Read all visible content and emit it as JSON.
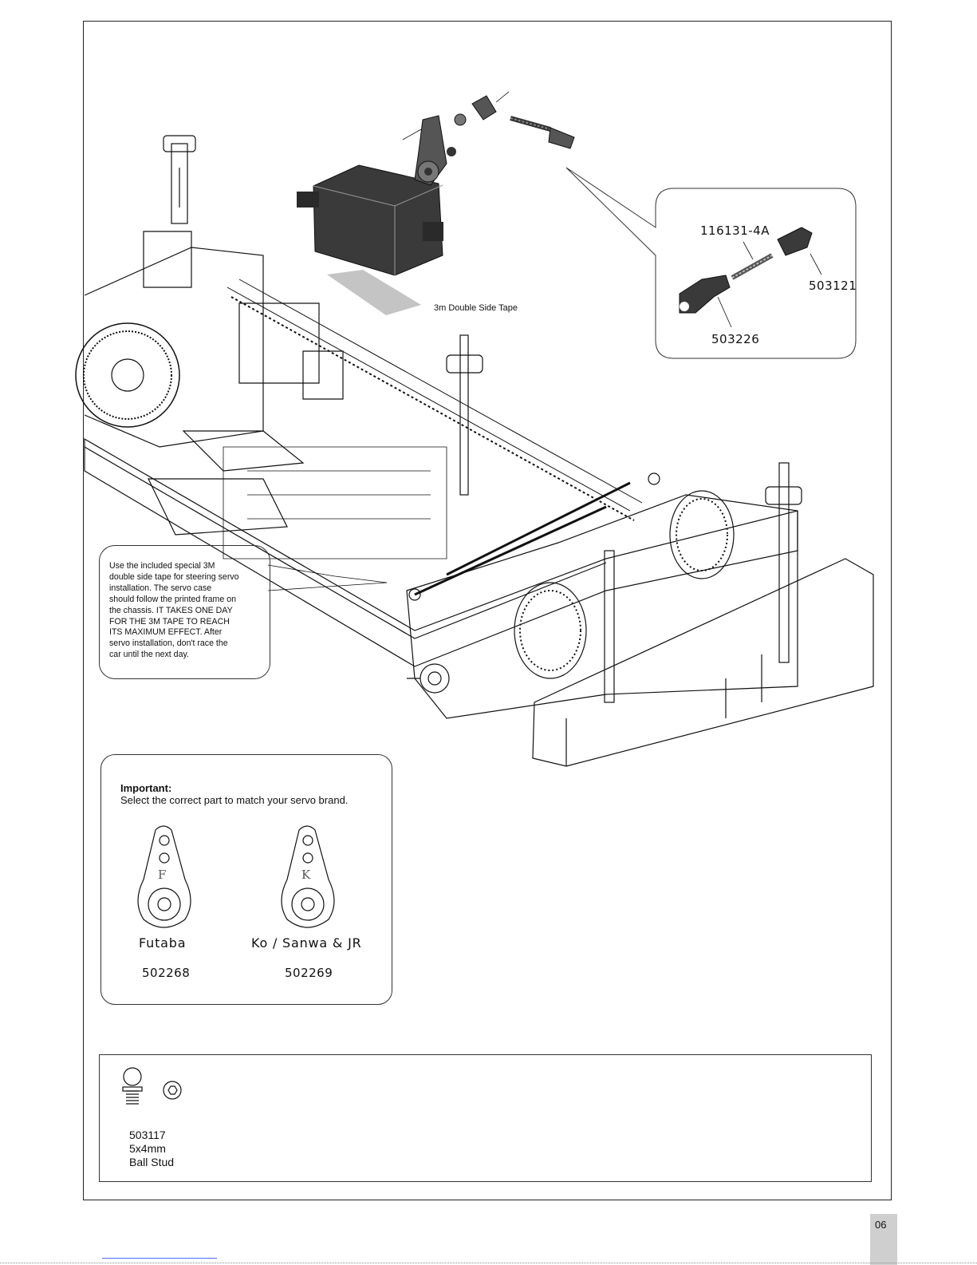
{
  "tape": {
    "label": "3m Double Side Tape"
  },
  "linkage_callout": {
    "parts": [
      "116131-4A",
      "503121",
      "503226"
    ]
  },
  "installation_note": {
    "lines": [
      "Use the included special 3M",
      "double side tape for steering servo",
      "installation.  The servo case",
      "should follow the printed frame on",
      "the chassis.  IT TAKES ONE DAY",
      "FOR THE 3M TAPE TO REACH",
      "ITS MAXIMUM EFFECT.  After",
      "servo installation, don't race the",
      "car until the next day."
    ]
  },
  "important": {
    "title": "Important:",
    "text": "Select the correct part to match your servo brand.",
    "options": [
      {
        "brand": "Futaba",
        "part": "502268",
        "mark": "F"
      },
      {
        "brand": "Ko / Sanwa & JR",
        "part": "502269",
        "mark": "K"
      }
    ]
  },
  "hardware_bag": {
    "items": [
      {
        "part": "503117",
        "size": "5x4mm",
        "name": "Ball Stud"
      }
    ]
  },
  "page": {
    "number": "06"
  },
  "colors": {
    "part_dark": "#3a3a3a",
    "tape_gray": "#c4c4c4",
    "link_blue": "#4a6cff"
  }
}
